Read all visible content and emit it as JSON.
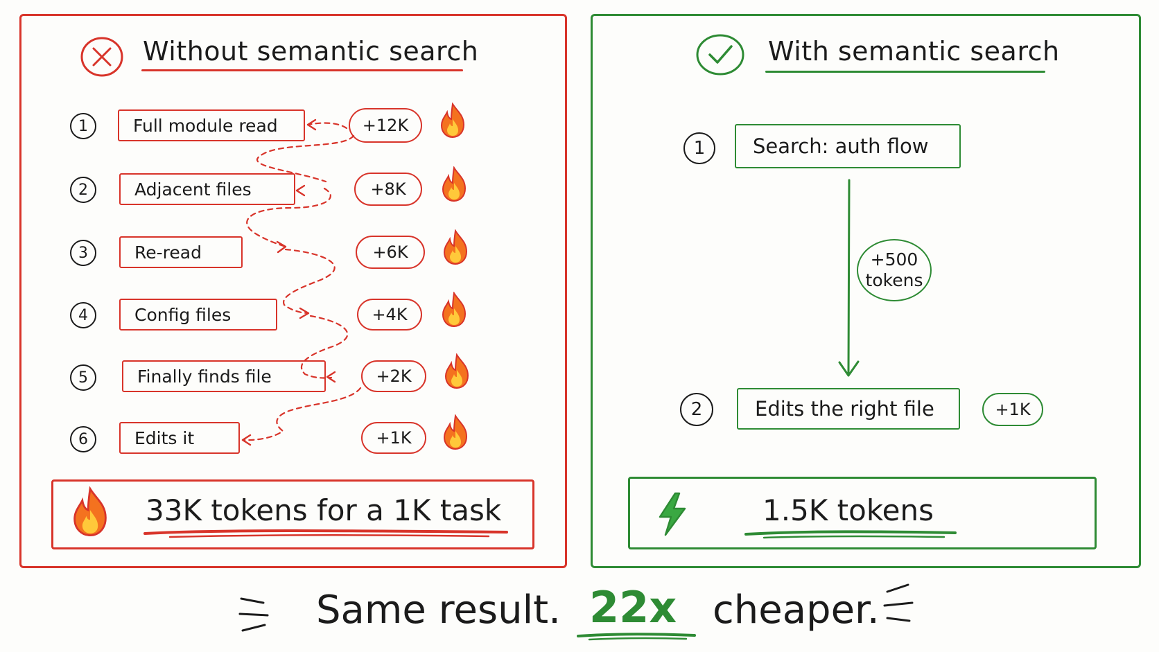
{
  "left_panel": {
    "title": "Without semantic search",
    "steps": [
      {
        "number": "1",
        "label": "Full module read",
        "tokens": "+12K"
      },
      {
        "number": "2",
        "label": "Adjacent files",
        "tokens": "+8K"
      },
      {
        "number": "3",
        "label": "Re-read",
        "tokens": "+6K"
      },
      {
        "number": "4",
        "label": "Config files",
        "tokens": "+4K"
      },
      {
        "number": "5",
        "label": "Finally finds file",
        "tokens": "+2K"
      },
      {
        "number": "6",
        "label": "Edits it",
        "tokens": "+1K"
      }
    ],
    "summary": "33K tokens for a 1K task",
    "icon": "fire-icon",
    "status_icon": "x-circle-icon"
  },
  "right_panel": {
    "title": "With semantic search",
    "steps": [
      {
        "number": "1",
        "label": "Search: auth flow"
      },
      {
        "number": "2",
        "label": "Edits the right file",
        "tokens": "+1K"
      }
    ],
    "arrow_badge": {
      "line1": "+500",
      "line2": "tokens"
    },
    "summary": "1.5K tokens",
    "icon": "lightning-icon",
    "status_icon": "check-circle-icon"
  },
  "footer": {
    "part1": "Same result.",
    "highlight": "22x",
    "part2": "cheaper."
  },
  "colors": {
    "red": "#d8342a",
    "green": "#2e8b34",
    "ink": "#1b1b1b",
    "flame_orange": "#f4721f",
    "flame_yellow": "#ffc93a"
  }
}
